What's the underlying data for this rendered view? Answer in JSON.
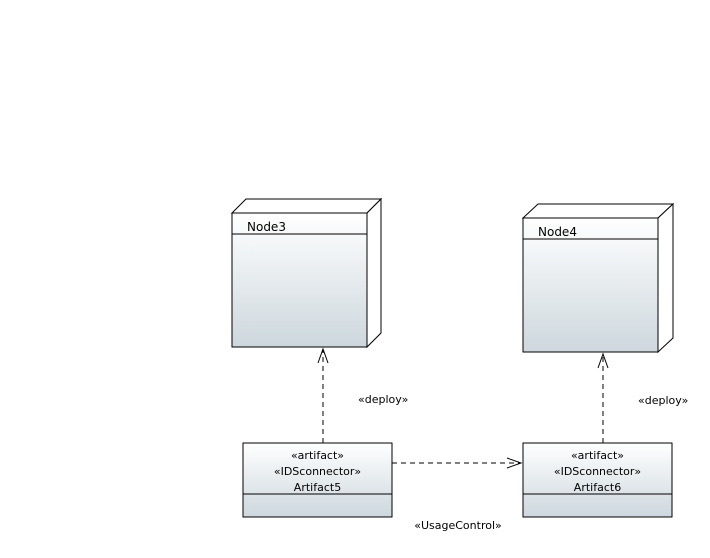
{
  "diagram": {
    "nodes": [
      {
        "id": "node3",
        "name": "Node3"
      },
      {
        "id": "node4",
        "name": "Node4"
      }
    ],
    "artifacts": [
      {
        "id": "artifact5",
        "stereotypes": [
          "«artifact»",
          "«IDSconnector»"
        ],
        "name": "Artifact5"
      },
      {
        "id": "artifact6",
        "stereotypes": [
          "«artifact»",
          "«IDSconnector»"
        ],
        "name": "Artifact6"
      }
    ],
    "relations": [
      {
        "from": "artifact5",
        "to": "node3",
        "label": "«deploy»"
      },
      {
        "from": "artifact6",
        "to": "node4",
        "label": "«deploy»"
      },
      {
        "from": "artifact5",
        "to": "artifact6",
        "label": "«UsageControl»"
      }
    ],
    "colors": {
      "fill_top": "#ffffff",
      "fill_bottom": "#cdd7dd",
      "stroke": "#000000"
    }
  }
}
